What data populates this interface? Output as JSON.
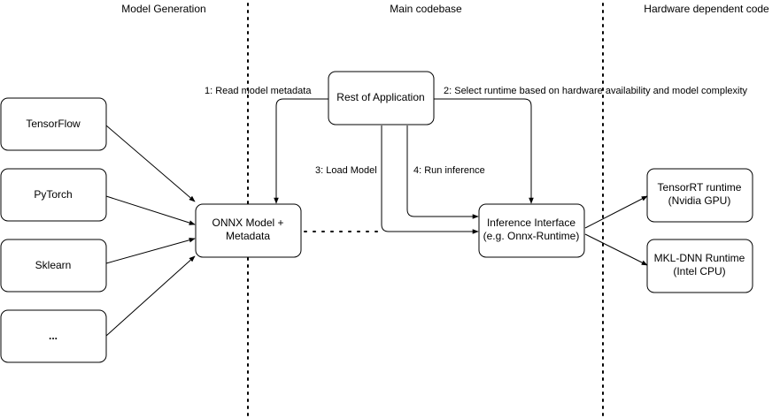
{
  "columns": {
    "model_generation": "Model Generation",
    "main_codebase": "Main codebase",
    "hardware_dependent": "Hardware dependent code"
  },
  "nodes": {
    "tensorflow": "TensorFlow",
    "pytorch": "PyTorch",
    "sklearn": "Sklearn",
    "ellipsis": "...",
    "onnx_line1": "ONNX Model +",
    "onnx_line2": "Metadata",
    "rest_of_application": "Rest of Application",
    "inference_line1": "Inference Interface",
    "inference_line2": "(e.g. Onnx-Runtime)",
    "tensorrt_line1": "TensorRT runtime",
    "tensorrt_line2": "(Nvidia GPU)",
    "mkldnn_line1": "MKL-DNN Runtime",
    "mkldnn_line2": "(Intel CPU)"
  },
  "edge_labels": {
    "read_metadata": "1: Read model metadata",
    "select_runtime": "2: Select runtime based on hardware availability and model complexity",
    "load_model": "3: Load Model",
    "run_inference": "4: Run inference"
  }
}
